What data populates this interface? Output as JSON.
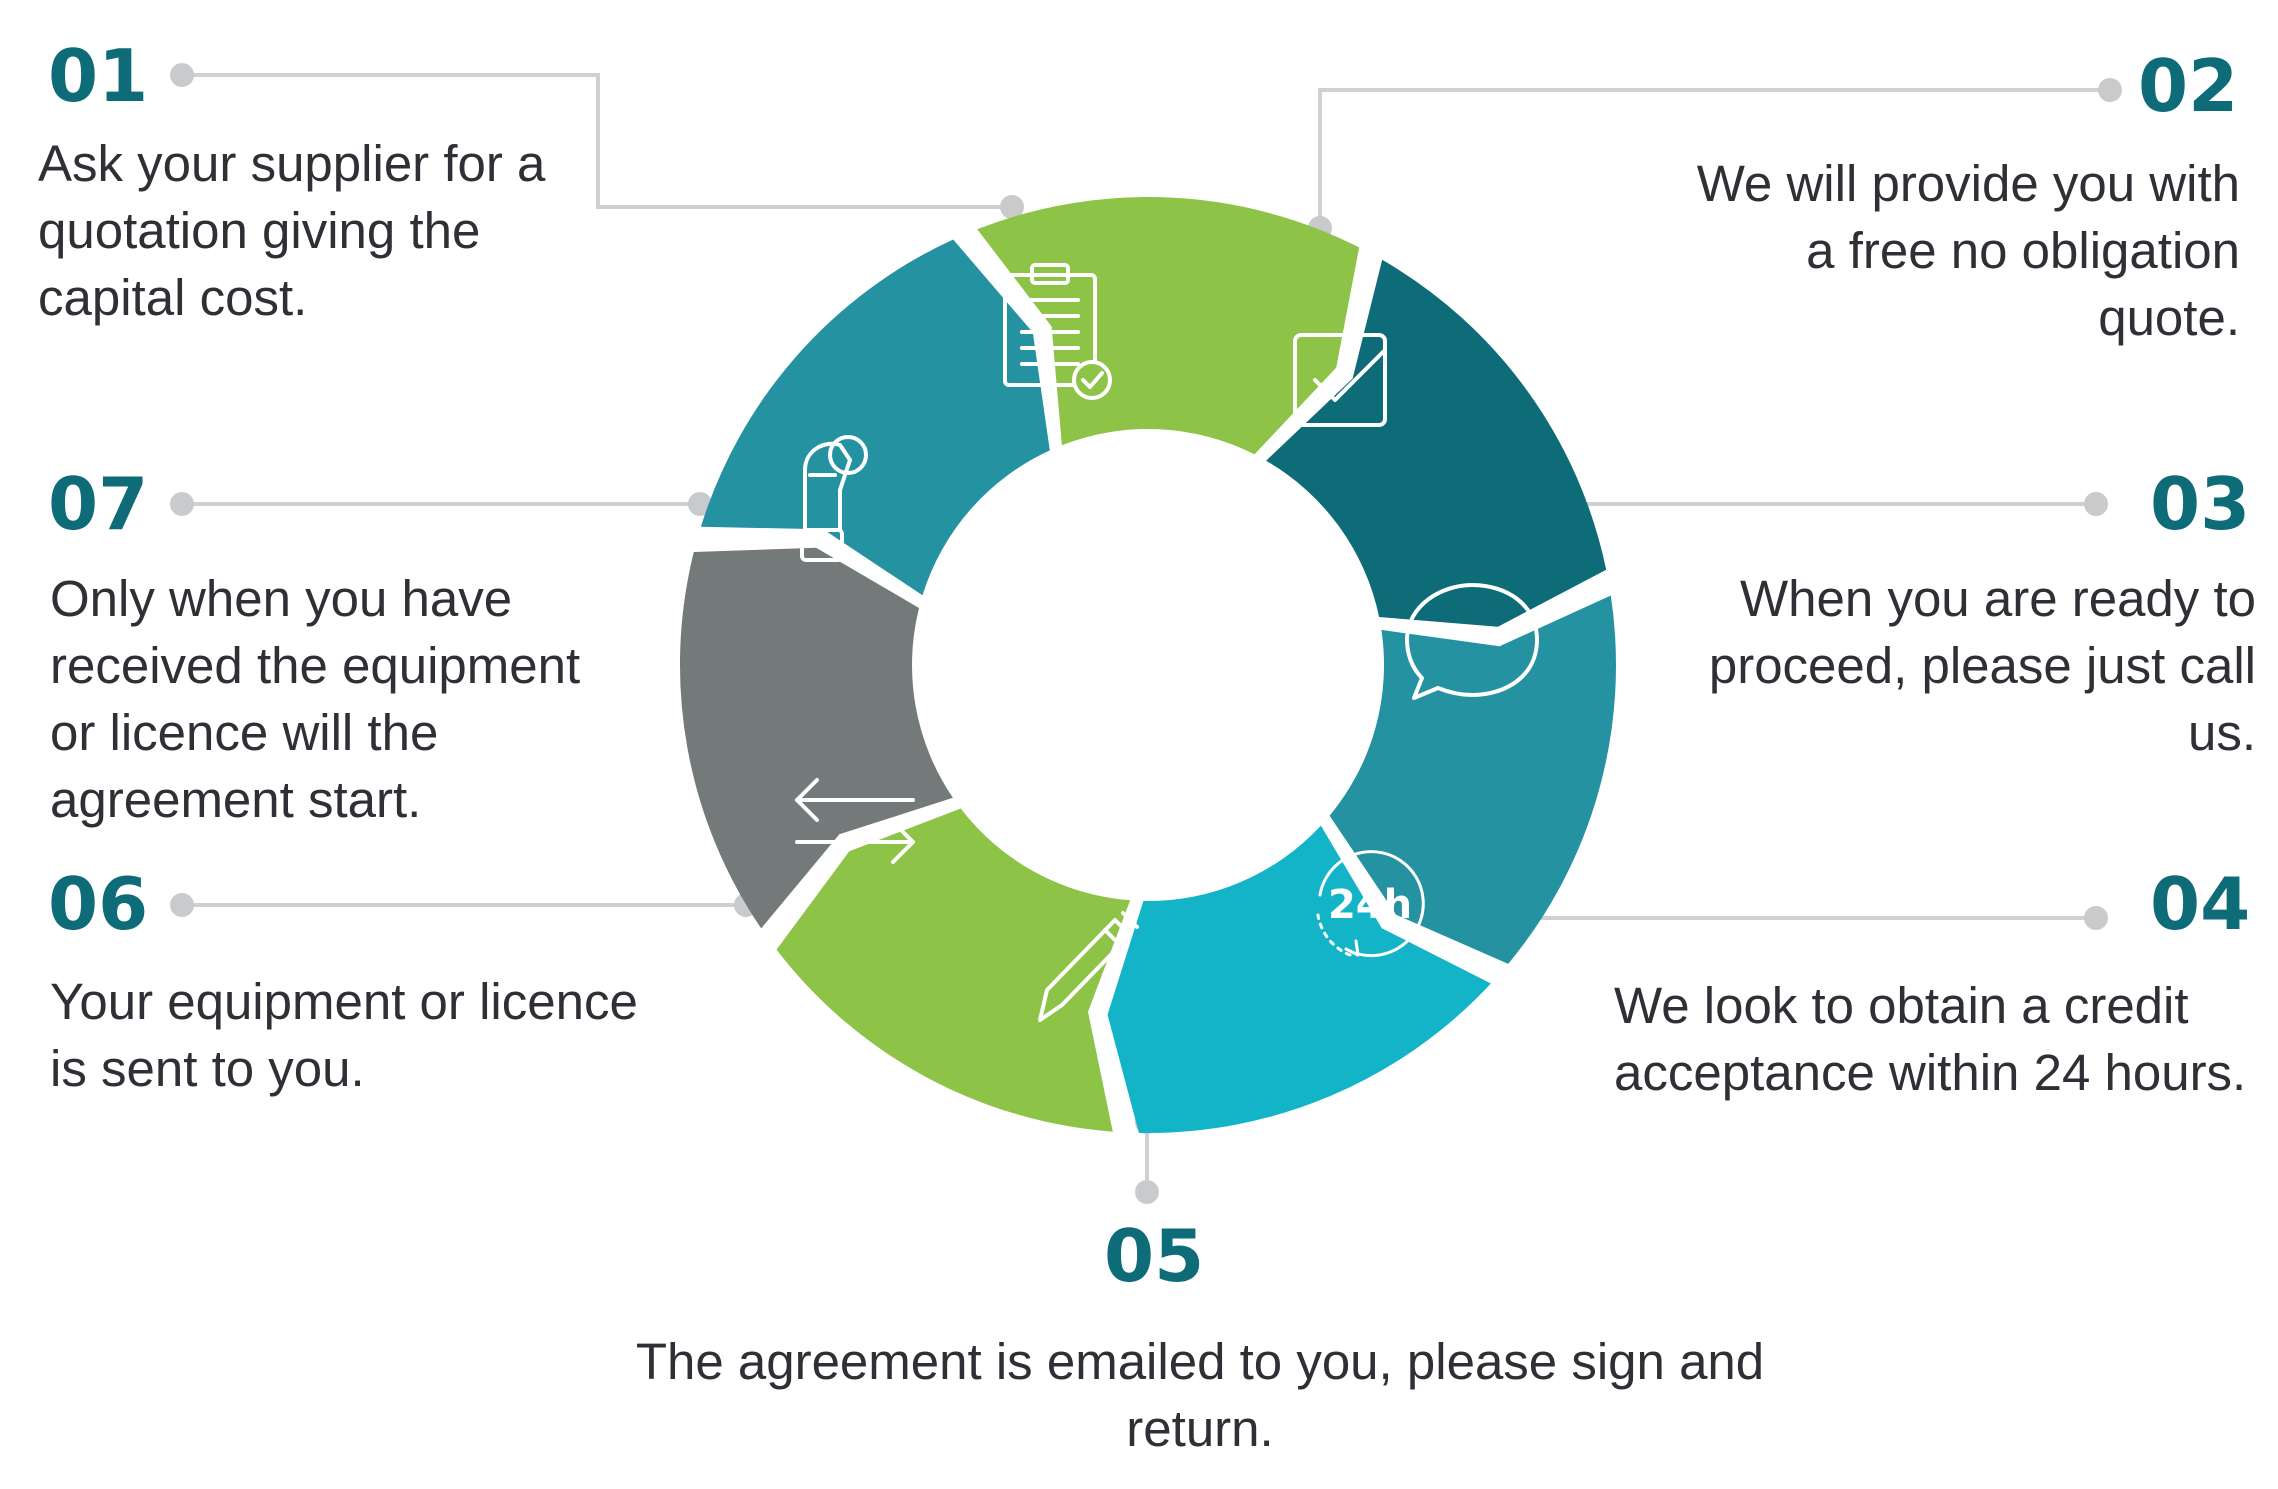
{
  "colors": {
    "green": "#8dc447",
    "dark_teal": "#0e6b78",
    "teal": "#2592a1",
    "cyan": "#14b4c8",
    "grey": "#747a79",
    "connector": "#cfd0d1",
    "dot": "#c9cacb",
    "number": "#0e6b78",
    "text": "#2f3035"
  },
  "steps": [
    {
      "number": "01",
      "icon": "clipboard-check-icon",
      "lines": [
        "Ask your supplier for a",
        "quotation giving the",
        "capital cost."
      ]
    },
    {
      "number": "02",
      "icon": "checkbox-icon",
      "lines": [
        "We will provide you with",
        "a free no obligation",
        "quote."
      ]
    },
    {
      "number": "03",
      "icon": "speech-bubble-icon",
      "lines": [
        "When you are ready to",
        "proceed, please just call",
        "us."
      ]
    },
    {
      "number": "04",
      "icon": "24h-clock-icon",
      "icon_text": "24h",
      "lines": [
        "We look to obtain a credit",
        "acceptance within 24 hours."
      ]
    },
    {
      "number": "05",
      "icon": "pen-icon",
      "lines": [
        "The agreement is emailed to you, please sign and",
        "return."
      ]
    },
    {
      "number": "06",
      "icon": "swap-arrows-icon",
      "lines": [
        "Your equipment or licence",
        "is sent to you."
      ]
    },
    {
      "number": "07",
      "icon": "hand-coin-icon",
      "lines": [
        "Only when you have",
        "received the equipment",
        "or licence will the",
        "agreement start."
      ]
    }
  ]
}
